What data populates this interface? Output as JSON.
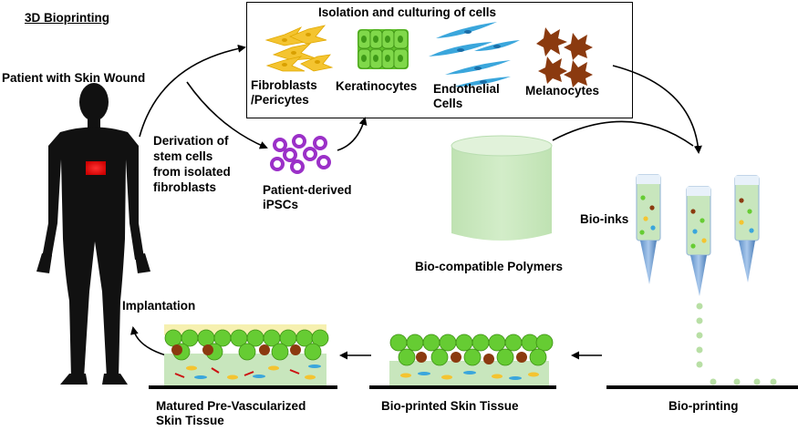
{
  "header": {
    "title": "3D Bioprinting"
  },
  "patient": {
    "label": "Patient with Skin Wound"
  },
  "cells": {
    "box_title": "Isolation and culturing of cells",
    "fibroblasts": [
      "Fibroblasts",
      "/Pericytes"
    ],
    "keratinocytes": "Keratinocytes",
    "endothelial": [
      "Endothelial",
      "Cells"
    ],
    "melanocytes": "Melanocytes"
  },
  "derivation": {
    "lines": [
      "Derivation of",
      "stem cells",
      "from isolated",
      "fibroblasts"
    ]
  },
  "ipsc": {
    "lines": [
      "Patient-derived",
      "iPSCs"
    ]
  },
  "polymers": {
    "label": "Bio-compatible Polymers"
  },
  "bioinks": {
    "label": "Bio-inks"
  },
  "implantation": {
    "label": "Implantation"
  },
  "stages": {
    "bioprinting": "Bio-printing",
    "bioprinted": "Bio-printed Skin Tissue",
    "matured": [
      "Matured Pre-Vascularized",
      "Skin Tissue"
    ]
  },
  "colors": {
    "fibroblast": "#f4c430",
    "keratinocyte": "#66cc33",
    "endothelial": "#3aa6dc",
    "melanocyte": "#8b3a0f",
    "ipsc": "#9b30c8",
    "wound": "#ff1a1a",
    "polymer": "#c9e8bf"
  }
}
